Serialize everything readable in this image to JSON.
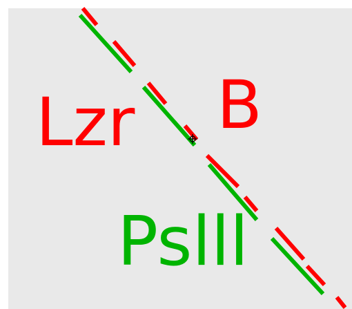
{
  "drawing": {
    "colors": {
      "page": "#ffffff",
      "canvas": "#e9e9e9",
      "red": "#ff0000",
      "green": "#00b400",
      "cursor": "#000000"
    },
    "labels": {
      "lzr": "Lzr",
      "b": "B",
      "pslll": "Pslll"
    },
    "icons": {
      "cursor": "crosshair-cursor-icon"
    }
  }
}
